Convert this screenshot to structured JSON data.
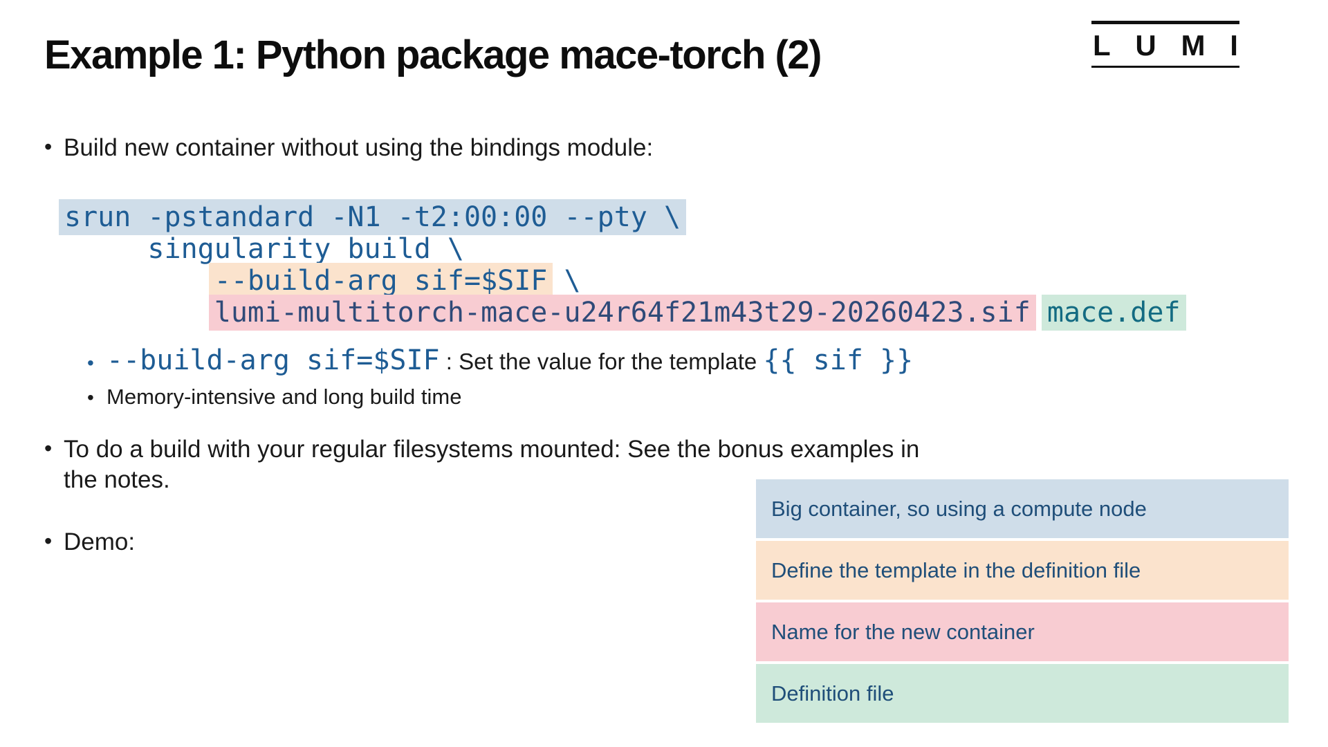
{
  "slide": {
    "title": "Example 1: Python package mace-torch (2)",
    "logo_letters": [
      "L",
      "U",
      "M",
      "I"
    ]
  },
  "colors": {
    "hl_blue": "#cfdde9",
    "hl_orange": "#fbe3cd",
    "hl_pink": "#f8ccd2",
    "hl_green": "#cee9db",
    "code_text": "#1e5c94",
    "code_text_pink": "#2f4a78",
    "code_text_green": "#136b82",
    "callout_text": "#1f4e79",
    "body_text": "#1a1a1a"
  },
  "bullets": {
    "b1": "Build new container without using the bindings module:",
    "b2_line1": "To do a build with your regular filesystems mounted: See the bonus examples in",
    "b2_line2": "the notes.",
    "b3": "Demo:"
  },
  "code": {
    "lines": [
      {
        "segments": [
          {
            "text": "srun -pstandard -N1 -t2:00:00 --pty \\",
            "hl": "blue"
          }
        ]
      },
      {
        "segments": [
          {
            "text": "     singularity build \\",
            "hl": "none"
          }
        ]
      },
      {
        "segments": [
          {
            "text": "         ",
            "hl": "none"
          },
          {
            "text": "--build-arg sif=$SIF",
            "hl": "orange"
          },
          {
            "text": " \\",
            "hl": "none"
          }
        ]
      },
      {
        "segments": [
          {
            "text": "         ",
            "hl": "none"
          },
          {
            "text": "lumi-multitorch-mace-u24r64f21m43t29-20260423.sif",
            "hl": "pink"
          },
          {
            "text": " ",
            "hl": "none"
          },
          {
            "text": "mace.def",
            "hl": "green"
          }
        ]
      }
    ]
  },
  "sub_bullets": {
    "sb1_code1": "--build-arg sif=$SIF",
    "sb1_plain": " : Set the value for the template ",
    "sb1_code2": "{{ sif }}",
    "sb2": "Memory-intensive and long build time"
  },
  "callouts": [
    {
      "label": "Big container, so using a compute node",
      "color": "blue"
    },
    {
      "label": "Define the template in the definition file",
      "color": "orange"
    },
    {
      "label": "Name for the new container",
      "color": "pink"
    },
    {
      "label": "Definition file",
      "color": "green"
    }
  ]
}
